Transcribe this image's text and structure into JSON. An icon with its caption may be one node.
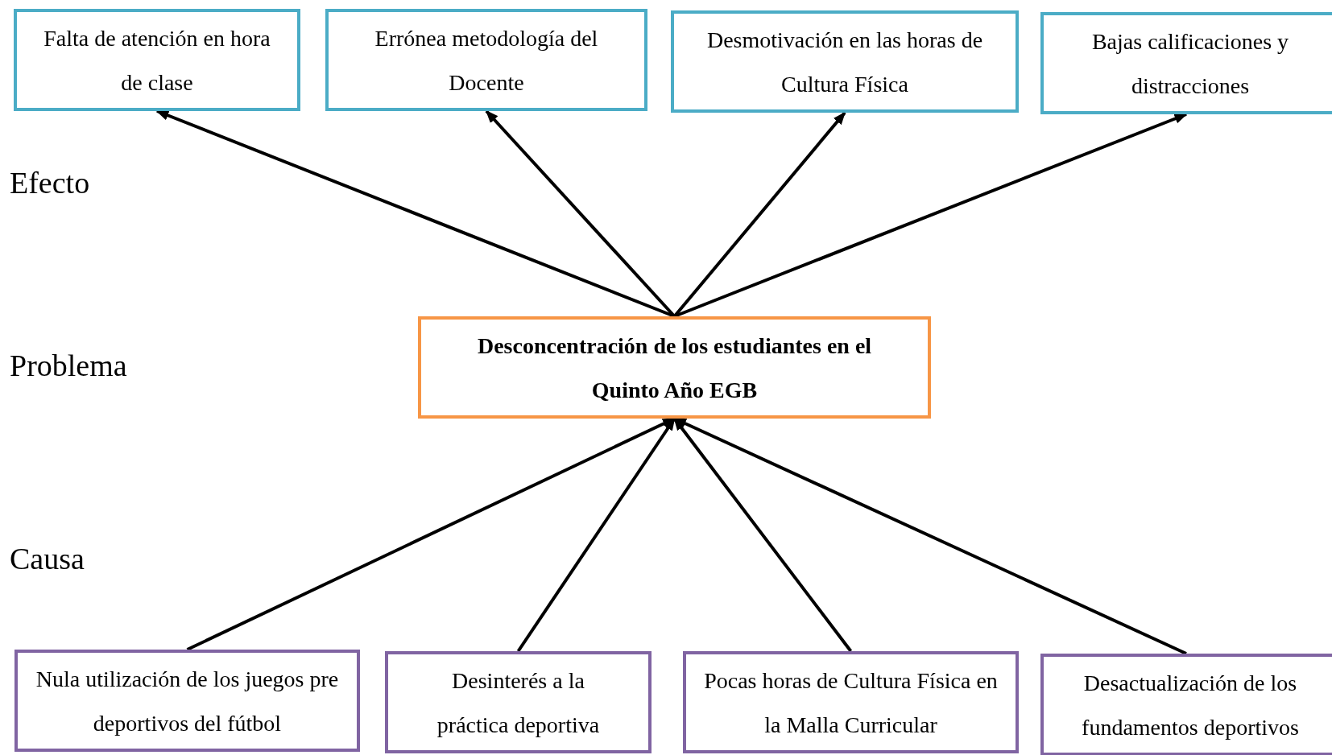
{
  "diagram": {
    "nodes": [
      {
        "text": [
          "Falta de atención en hora de clase"
        ]
      },
      {
        "text": [
          "Errónea metodología del Docente"
        ]
      },
      {
        "text": [
          "Desmotivación en las horas de Cultura Física"
        ]
      },
      {
        "text": [
          "Bajas calificaciones y distracciones"
        ]
      },
      {
        "text": [
          "Desconcentración de los estudiantes en el Quinto Año EGB"
        ]
      },
      {
        "text": [
          "Nula utilización de los juegos pre deportivos del fútbol"
        ]
      },
      {
        "text": [
          "Desinterés a la práctica deportiva"
        ]
      },
      {
        "text": [
          "Pocas horas de Cultura Física en la Malla Curricular"
        ]
      },
      {
        "text": [
          "Desactualización de los fundamentos deportivos"
        ]
      }
    ],
    "edges": [
      {
        "from": 4,
        "to": 0,
        "arrow": "to"
      },
      {
        "from": 4,
        "to": 1,
        "arrow": "to"
      },
      {
        "from": 4,
        "to": 2,
        "arrow": "to"
      },
      {
        "from": 4,
        "to": 3,
        "arrow": "to"
      },
      {
        "from": 5,
        "to": 4,
        "arrow": "to"
      },
      {
        "from": 6,
        "to": 4,
        "arrow": "to"
      },
      {
        "from": 7,
        "to": 4,
        "arrow": "to"
      },
      {
        "from": 8,
        "to": 4,
        "arrow": "to"
      }
    ],
    "labels": [
      "Efecto",
      "Problema",
      "Causa"
    ]
  }
}
